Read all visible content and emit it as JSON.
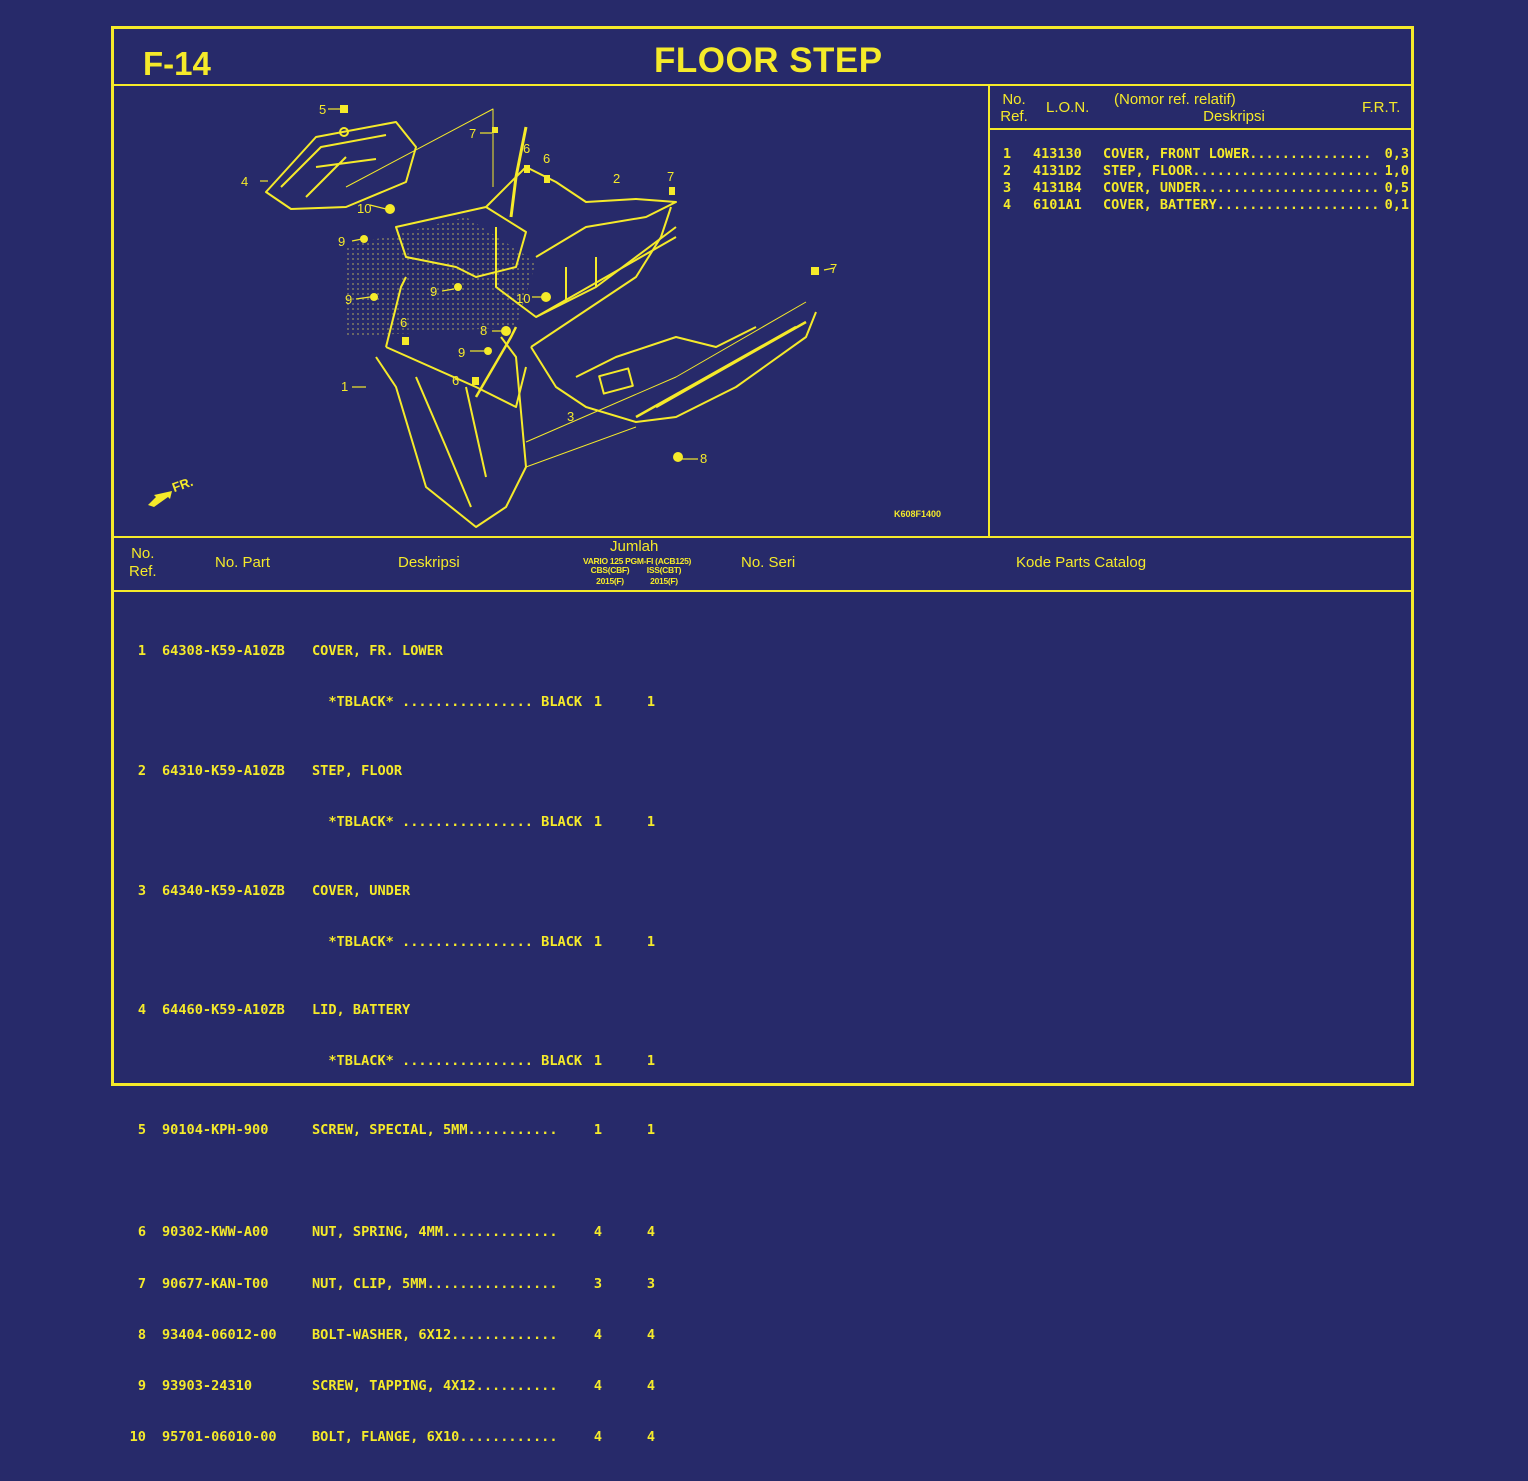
{
  "header": {
    "section_code": "F-14",
    "title": "FLOOR STEP"
  },
  "frt_table": {
    "headers": {
      "no_ref": [
        "No.",
        "Ref."
      ],
      "lon": "L.O.N.",
      "desc_top": "(Nomor ref. relatif)",
      "desc": "Deskripsi",
      "frt": "F.R.T."
    },
    "rows": [
      {
        "no": "1",
        "lon": "413130",
        "desc": "COVER, FRONT LOWER...............",
        "frt": "0,3"
      },
      {
        "no": "2",
        "lon": "4131D2",
        "desc": "STEP, FLOOR.......................",
        "frt": "1,0"
      },
      {
        "no": "3",
        "lon": "4131B4",
        "desc": "COVER, UNDER......................",
        "frt": "0,5"
      },
      {
        "no": "4",
        "lon": "6101A1",
        "desc": "COVER, BATTERY....................",
        "frt": "0,1"
      }
    ]
  },
  "diagram": {
    "figure_code": "K608F1400",
    "front_indicator": "FR.",
    "callouts": [
      "1",
      "2",
      "3",
      "4",
      "5",
      "6",
      "6",
      "6",
      "6",
      "7",
      "7",
      "7",
      "8",
      "8",
      "9",
      "9",
      "9",
      "9",
      "10",
      "10"
    ]
  },
  "parts_table": {
    "headers": {
      "no_ref": [
        "No.",
        "Ref."
      ],
      "part_no": "No. Part",
      "desc": "Deskripsi",
      "qty": "Jumlah",
      "model_line1": "VARIO 125 PGM-FI (ACB125)",
      "model_col1": "CBS(CBF)",
      "model_col2": "ISS(CBT)",
      "year_col1": "2015(F)",
      "year_col2": "2015(F)",
      "serial": "No. Seri",
      "catalog": "Kode Parts Catalog"
    },
    "rows": [
      {
        "ref": "1",
        "part": "64308-K59-A10ZB",
        "desc": "COVER, FR. LOWER",
        "sub": "  *TBLACK* ................ BLACK",
        "q1": "1",
        "q2": "1"
      },
      {
        "ref": "2",
        "part": "64310-K59-A10ZB",
        "desc": "STEP, FLOOR",
        "sub": "  *TBLACK* ................ BLACK",
        "q1": "1",
        "q2": "1"
      },
      {
        "ref": "3",
        "part": "64340-K59-A10ZB",
        "desc": "COVER, UNDER",
        "sub": "  *TBLACK* ................ BLACK",
        "q1": "1",
        "q2": "1"
      },
      {
        "ref": "4",
        "part": "64460-K59-A10ZB",
        "desc": "LID, BATTERY",
        "sub": "  *TBLACK* ................ BLACK",
        "q1": "1",
        "q2": "1"
      },
      {
        "ref": "5",
        "part": "90104-KPH-900",
        "desc": "SCREW, SPECIAL, 5MM...........",
        "q1": "1",
        "q2": "1"
      },
      {
        "ref": "6",
        "part": "90302-KWW-A00",
        "desc": "NUT, SPRING, 4MM..............",
        "q1": "4",
        "q2": "4"
      },
      {
        "ref": "7",
        "part": "90677-KAN-T00",
        "desc": "NUT, CLIP, 5MM................",
        "q1": "3",
        "q2": "3"
      },
      {
        "ref": "8",
        "part": "93404-06012-00",
        "desc": "BOLT-WASHER, 6X12.............",
        "q1": "4",
        "q2": "4"
      },
      {
        "ref": "9",
        "part": "93903-24310",
        "desc": "SCREW, TAPPING, 4X12..........",
        "q1": "4",
        "q2": "4"
      },
      {
        "ref": "10",
        "part": "95701-06010-00",
        "desc": "BOLT, FLANGE, 6X10............",
        "q1": "4",
        "q2": "4"
      }
    ]
  },
  "colors": {
    "background": "#272a6a",
    "line": "#f5ea2a"
  }
}
